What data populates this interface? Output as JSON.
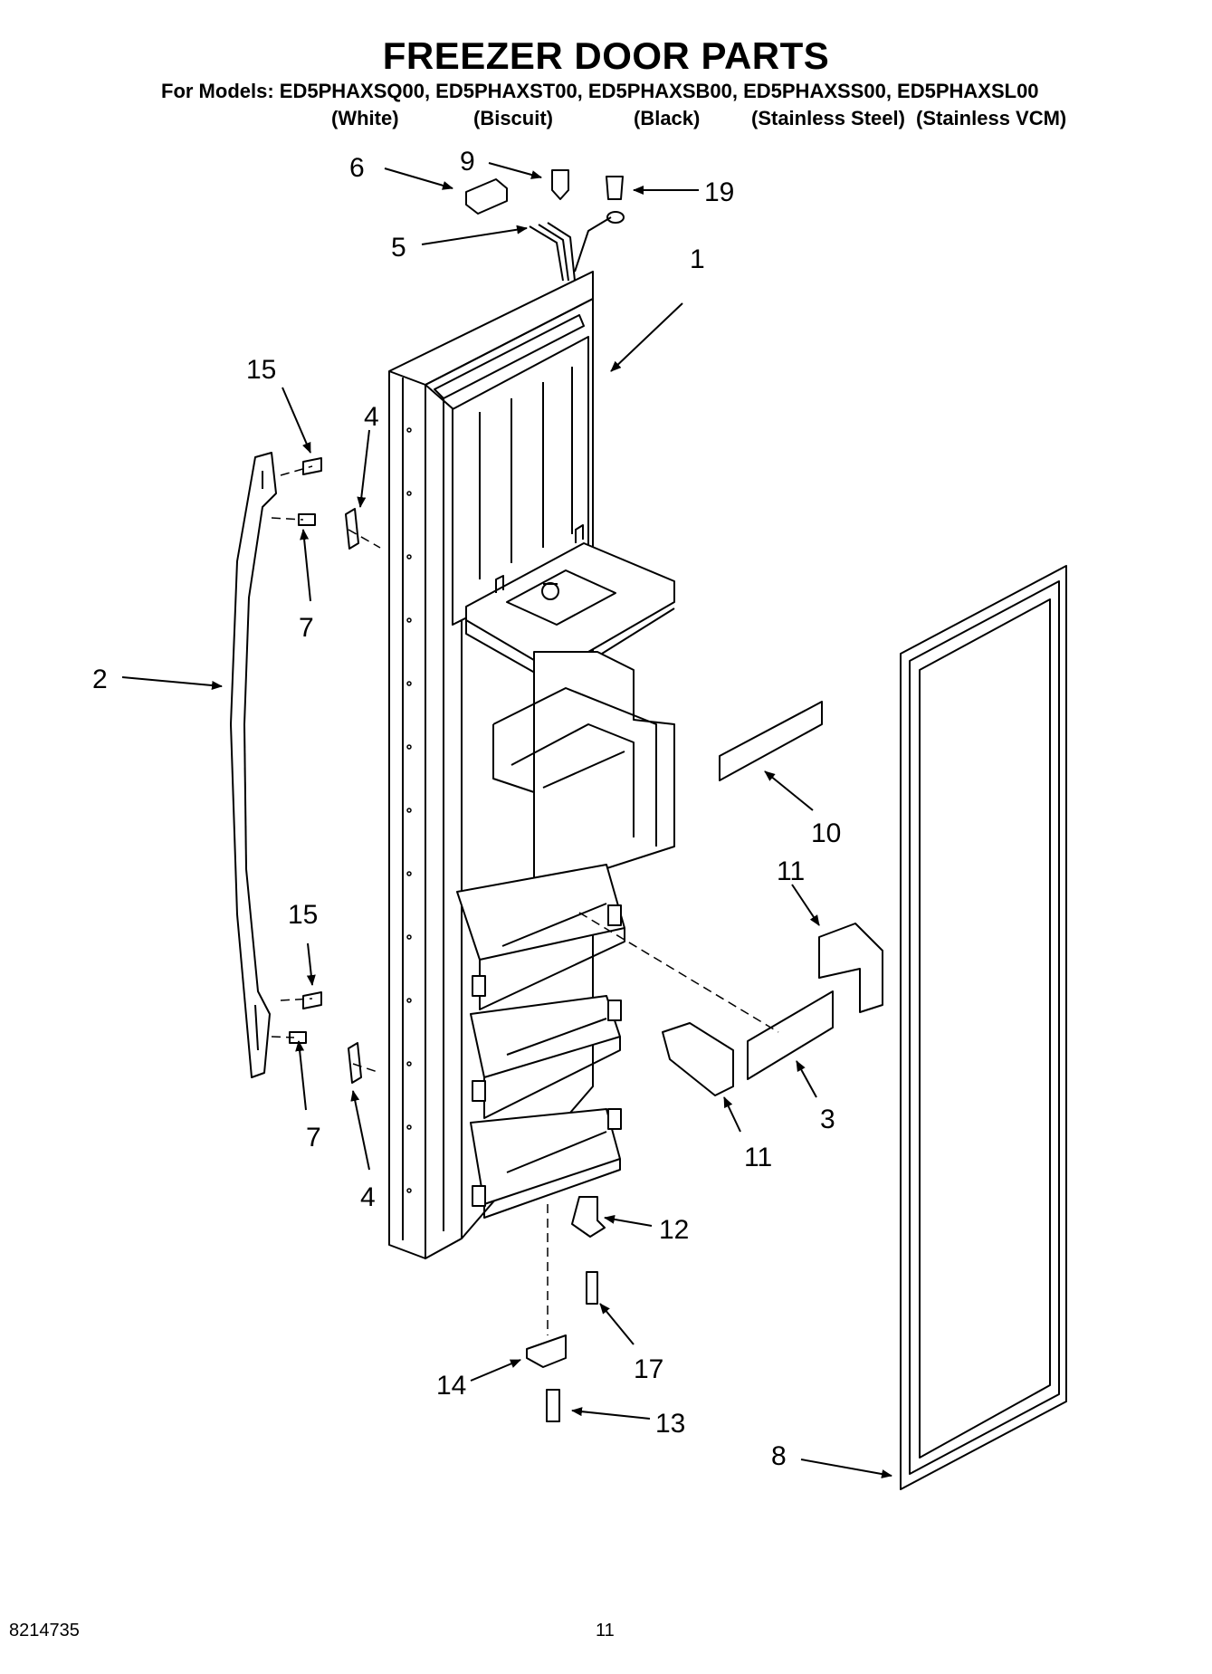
{
  "header": {
    "title": "FREEZER DOOR PARTS",
    "models_line": "For Models: ED5PHAXSQ00, ED5PHAXST00, ED5PHAXSB00, ED5PHAXSS00, ED5PHAXSL00",
    "variants": [
      "(White)",
      "(Biscuit)",
      "(Black)",
      "(Stainless Steel)",
      "(Stainless VCM)"
    ]
  },
  "callouts": [
    "6",
    "9",
    "19",
    "5",
    "1",
    "15",
    "4",
    "7",
    "2",
    "10",
    "11",
    "15",
    "11",
    "3",
    "7",
    "4",
    "12",
    "17",
    "14",
    "13",
    "8"
  ],
  "footer": {
    "doc_number": "8214735",
    "page_number": "11"
  }
}
